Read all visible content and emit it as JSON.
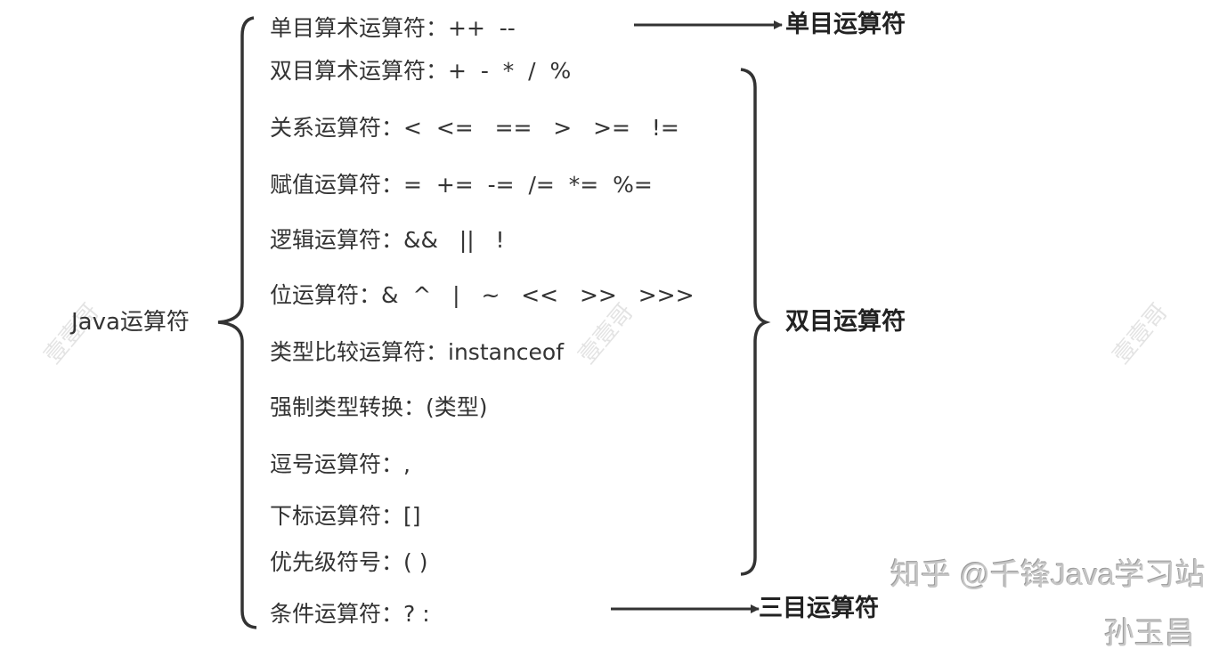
{
  "root": "Java运算符",
  "items": [
    "单目算术运算符：++  --",
    "双目算术运算符：+  -  *  /  %",
    "关系运算符：<  <=   ==   >   >=   !=",
    "赋值运算符：=  +=  -=  /=  *=  %=",
    "逻辑运算符：&&   ||   !",
    "位运算符：&  ^   |   ~   <<   >>   >>>",
    "类型比较运算符：instanceof",
    "强制类型转换：(类型)",
    "逗号运算符：,",
    "下标运算符：[]",
    "优先级符号：( )",
    "条件运算符：? :"
  ],
  "groups": {
    "unary": "单目运算符",
    "binary": "双目运算符",
    "ternary": "三目运算符"
  },
  "watermarks": {
    "repeat": "壹壹哥",
    "site": "知乎 @千锋Java学习站",
    "author": "孙玉昌"
  }
}
